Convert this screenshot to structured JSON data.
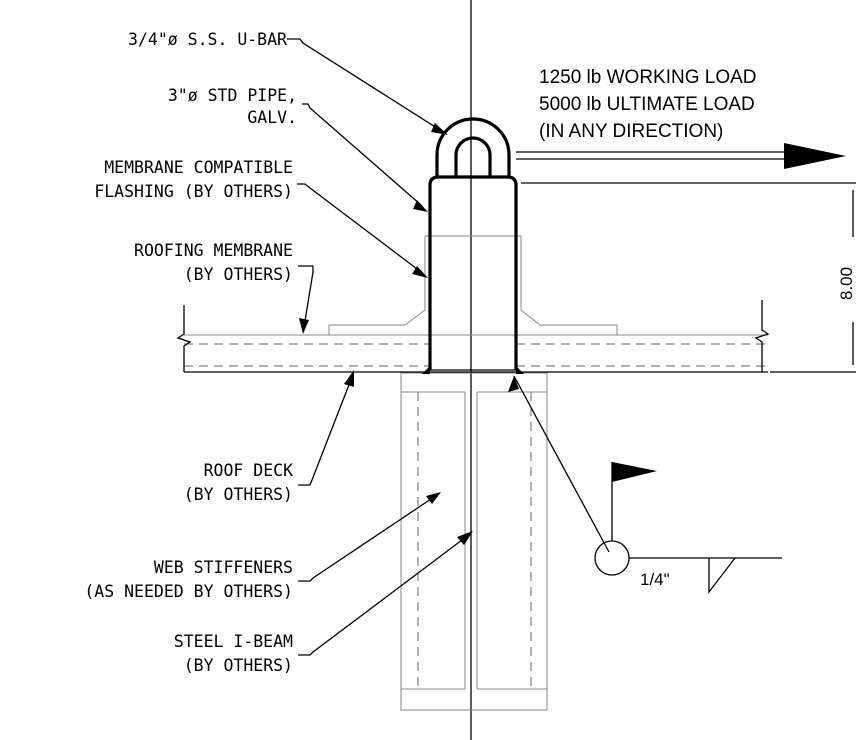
{
  "labels": {
    "u_bar": "3/4\"ø S.S. U-BAR",
    "pipe_line1": "3\"ø STD PIPE,",
    "pipe_line2": "GALV.",
    "flashing_line1": "MEMBRANE COMPATIBLE",
    "flashing_line2": "FLASHING (BY OTHERS)",
    "membrane_line1": "ROOFING MEMBRANE",
    "membrane_line2": "(BY OTHERS)",
    "deck_line1": "ROOF DECK",
    "deck_line2": "(BY OTHERS)",
    "stiffeners_line1": "WEB STIFFENERS",
    "stiffeners_line2": "(AS NEEDED BY OTHERS)",
    "beam_line1": "STEEL I-BEAM",
    "beam_line2": "(BY OTHERS)"
  },
  "load": {
    "line1": "1250 lb WORKING LOAD",
    "line2": "5000 lb ULTIMATE LOAD",
    "line3": "(IN ANY DIRECTION)"
  },
  "dimension": {
    "height": "8.00"
  },
  "weld": {
    "size": "1/4\""
  }
}
